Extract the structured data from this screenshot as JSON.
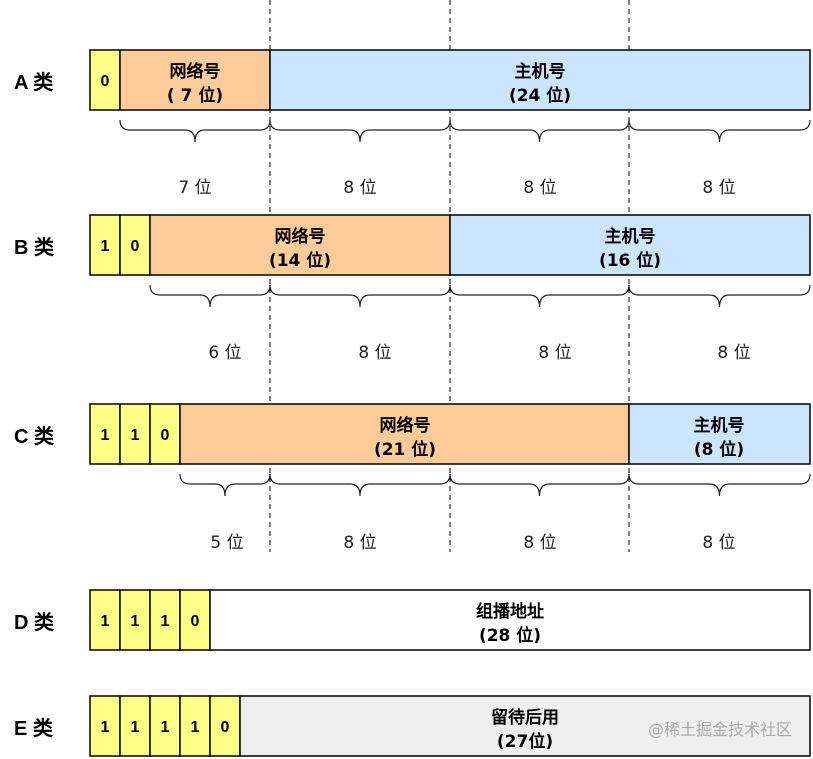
{
  "colors": {
    "bit": "#ffff88",
    "network": "#ffcc99",
    "host": "#cce5ff",
    "multicast": "#ffffff",
    "reserved": "#eeeeee",
    "stroke": "#000000"
  },
  "classes": [
    {
      "label": "A 类",
      "bits": [
        "0"
      ],
      "fields": [
        {
          "type": "network",
          "name": "网络号",
          "size": "( 7 位)"
        },
        {
          "type": "host",
          "name": "主机号",
          "size": "(24 位)"
        }
      ],
      "braces": [
        "7 位",
        "8 位",
        "8 位",
        "8 位"
      ]
    },
    {
      "label": "B 类",
      "bits": [
        "1",
        "0"
      ],
      "fields": [
        {
          "type": "network",
          "name": "网络号",
          "size": "(14 位)"
        },
        {
          "type": "host",
          "name": "主机号",
          "size": "(16 位)"
        }
      ],
      "braces": [
        "6 位",
        "8 位",
        "8 位",
        "8 位"
      ]
    },
    {
      "label": "C 类",
      "bits": [
        "1",
        "1",
        "0"
      ],
      "fields": [
        {
          "type": "network",
          "name": "网络号",
          "size": "(21 位)"
        },
        {
          "type": "host",
          "name": "主机号",
          "size": "(8 位)"
        }
      ],
      "braces": [
        "5 位",
        "8 位",
        "8 位",
        "8 位"
      ]
    },
    {
      "label": "D 类",
      "bits": [
        "1",
        "1",
        "1",
        "0"
      ],
      "fields": [
        {
          "type": "multicast",
          "name": "组播地址",
          "size": "(28 位)"
        }
      ],
      "braces": []
    },
    {
      "label": "E 类",
      "bits": [
        "1",
        "1",
        "1",
        "1",
        "0"
      ],
      "fields": [
        {
          "type": "reserved",
          "name": "留待后用",
          "size": "(27位)"
        }
      ],
      "braces": []
    }
  ],
  "watermark": "@稀土掘金技术社区"
}
